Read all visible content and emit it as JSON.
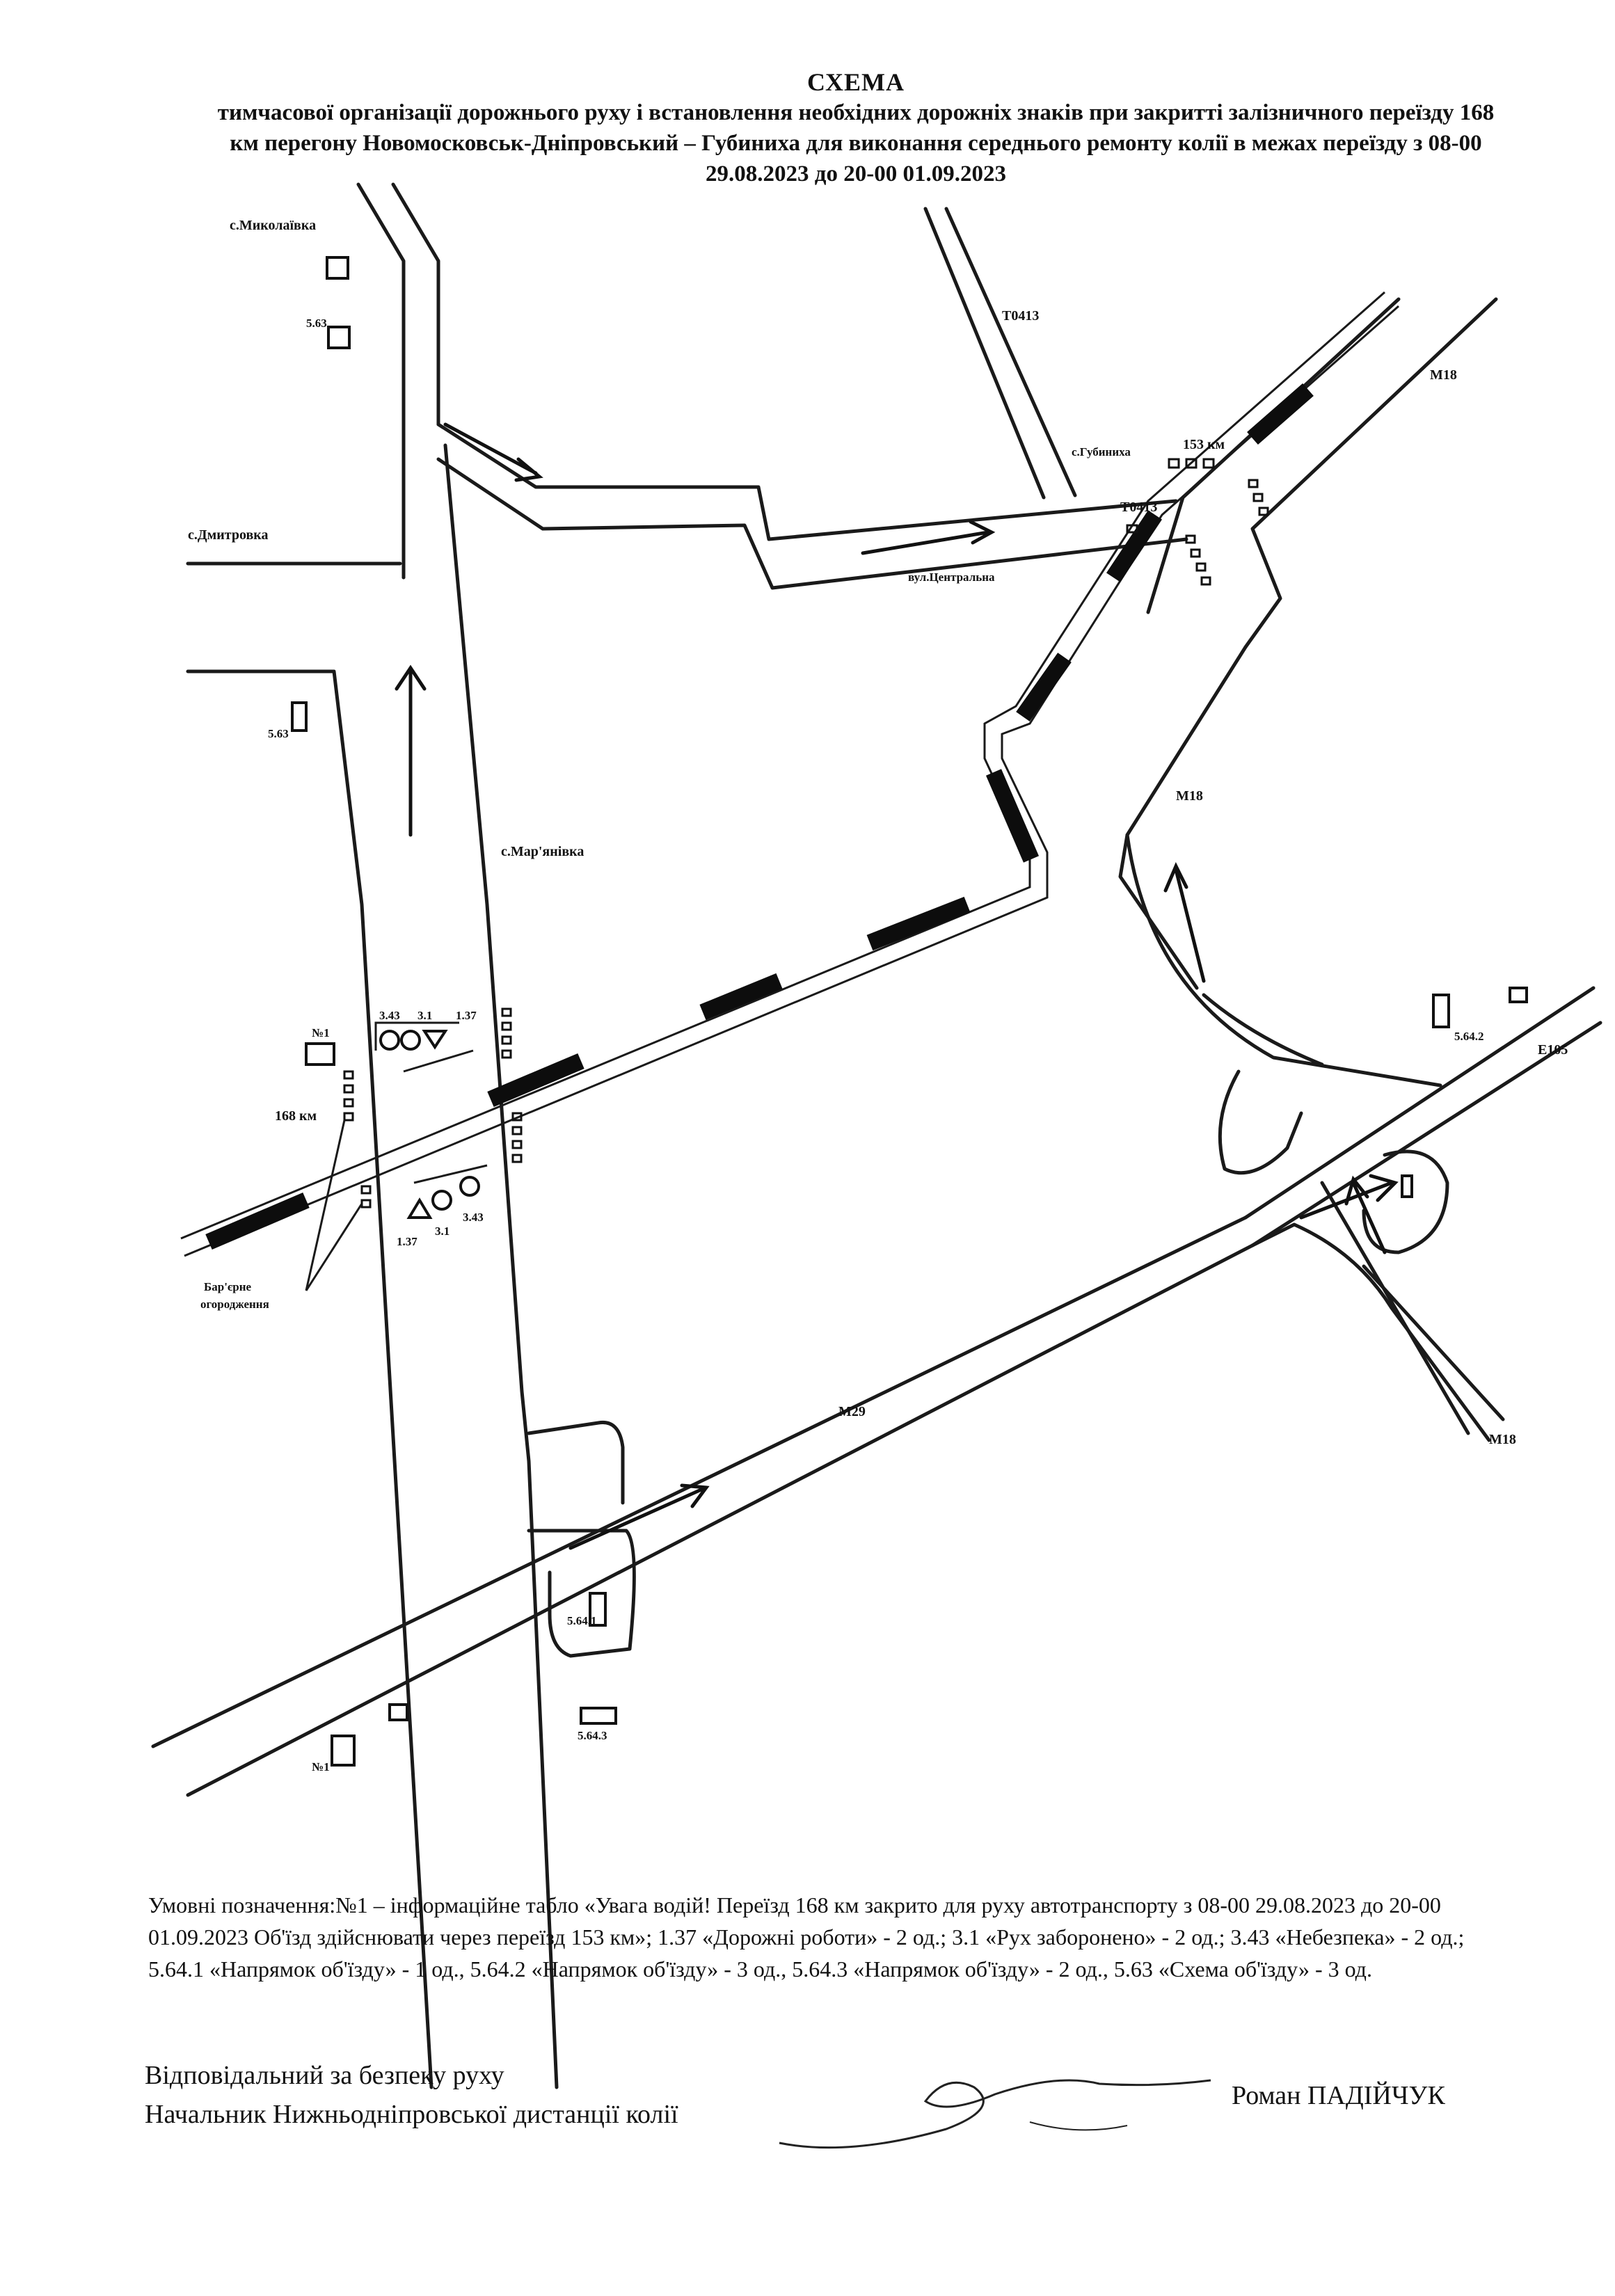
{
  "header": {
    "title": "СХЕМА",
    "subtitle": "тимчасової організації дорожнього руху і встановлення необхідних дорожніх знаків при закритті залізничного переїзду 168 км перегону Новомосковськ-Дніпровський – Губиниха для виконання середнього ремонту колії в межах переїзду з 08-00 29.08.2023  до 20-00 01.09.2023"
  },
  "map_labels": {
    "mykolaivka": "с.Миколаївка",
    "dmytrovka": "с.Дмитровка",
    "marianivka": "с.Мар'янівка",
    "hubynykha": "с.Губиниха",
    "t0413_top": "Т0413",
    "t0413_mid": "Т0413",
    "km153": "153 км",
    "km168": "168 км",
    "m18_top": "М18",
    "m18_mid": "М18",
    "m18_bottom": "М18",
    "m29": "М29",
    "e105": "Е105",
    "street_central": "вул.Центральна",
    "barrier_l1": "Бар'єрне",
    "barrier_l2": "огородження",
    "sign_no1": "№1",
    "sign_no1_b": "№1",
    "sign_563_a": "5.63",
    "sign_563_b": "5.63",
    "sign_5642_a": "5.64.2",
    "sign_5641": "5.64.1",
    "sign_5643": "5.64.3",
    "sign_137": "1.37",
    "sign_31": "3.1",
    "sign_343": "3.43",
    "sign_137_top": "1.37",
    "sign_31_top": "3.1",
    "sign_343_top": "3.43"
  },
  "legend": {
    "text": "Умовні позначення:№1 – інформаційне табло «Увага водій! Переїзд 168 км закрито для руху автотранспорту з 08-00 29.08.2023  до 20-00 01.09.2023 Об'їзд здійснювати через переїзд 153 км»; 1.37 «Дорожні роботи» - 2 од.; 3.1 «Рух заборонено» - 2 од.; 3.43 «Небезпека» - 2 од.; 5.64.1 «Напрямок об'їзду» - 1 од.,  5.64.2 «Напрямок об'їзду» - 3 од., 5.64.3 «Напрямок об'їзду» - 2 од., 5.63 «Схема об'їзду» - 3 од."
  },
  "signature": {
    "line1": "Відповідальний за безпеку руху",
    "line2": "Начальник Нижньодніпровської дистанції колії",
    "name": "Роман ПАДІЙЧУК"
  },
  "colors": {
    "ink": "#1a1a1a",
    "paper": "#ffffff"
  }
}
